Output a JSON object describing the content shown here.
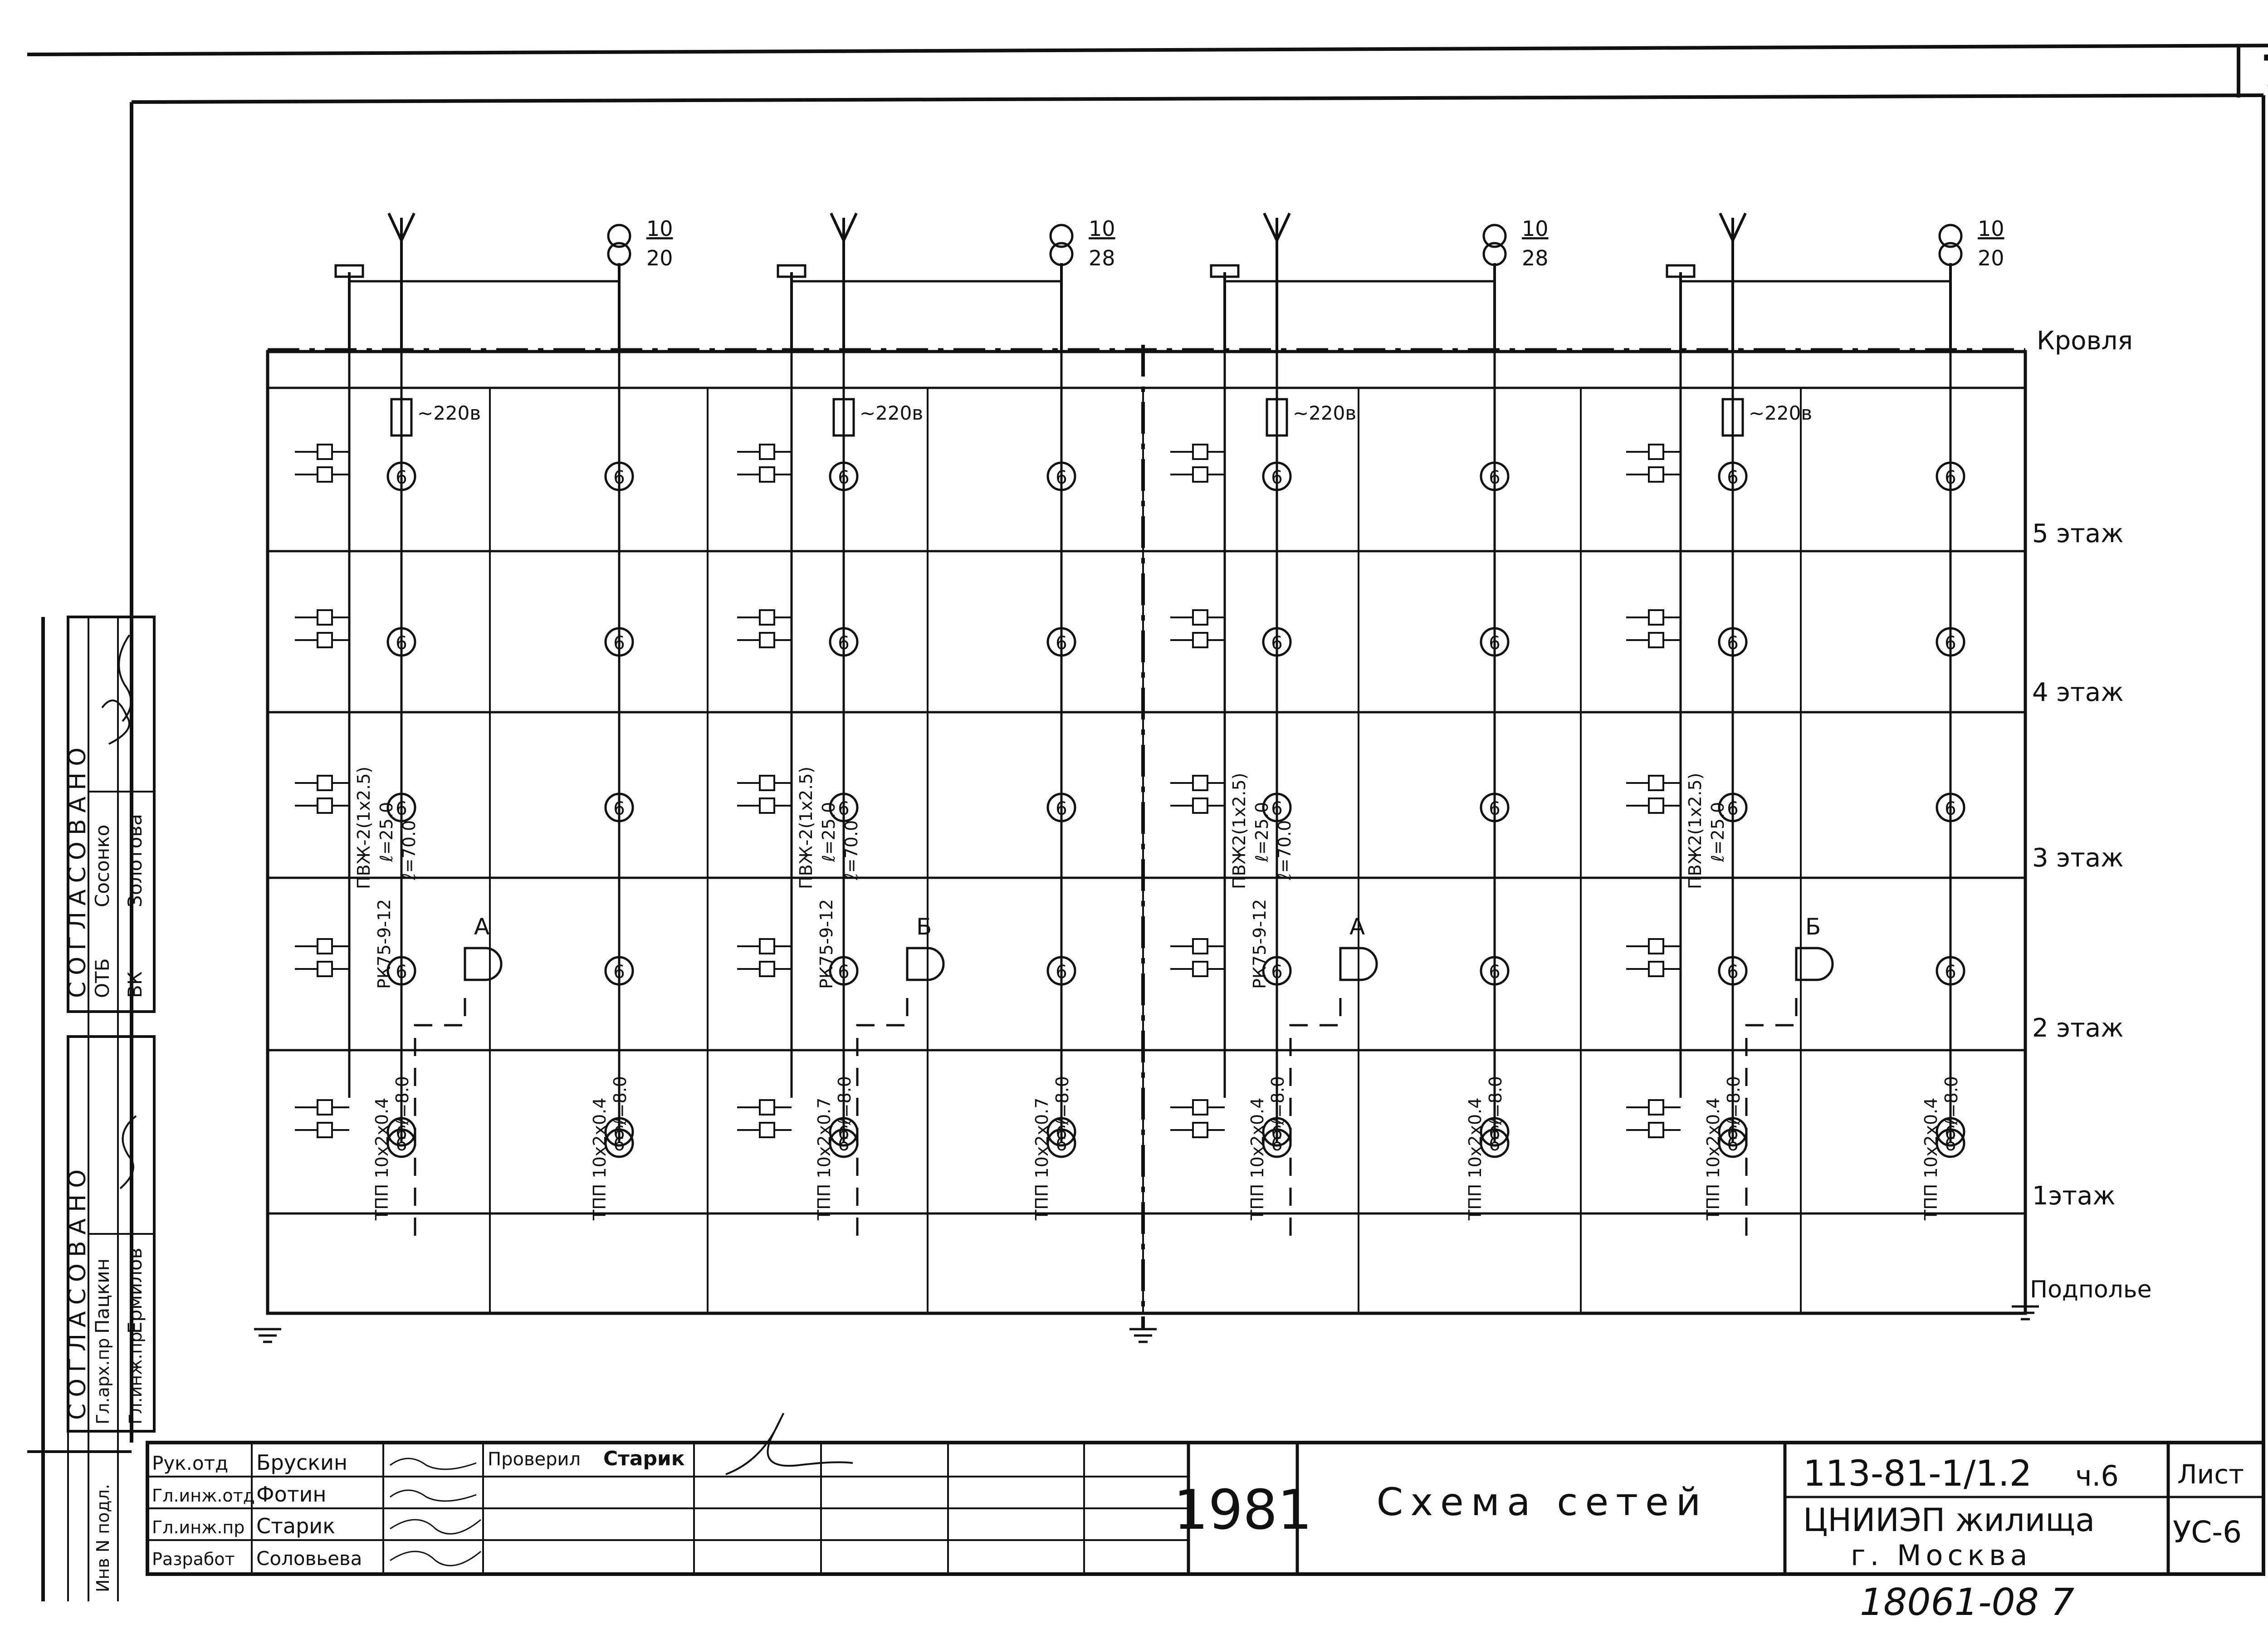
{
  "sheet_number": "7",
  "floors": [
    "Кровля",
    "5 этаж",
    "4 этаж",
    "3 этаж",
    "2 этаж",
    "1этаж",
    "Подполье"
  ],
  "power_label": "~220в",
  "outlet_mark": "6",
  "sections": [
    {
      "fraction_top": "10",
      "fraction_bottom": "20",
      "riser_cable": "ПВЖ-2(1х2.5)",
      "riser_length": "ℓ=25.0",
      "tv_cable": "РК75-9-12",
      "tv_length": "ℓ=70.0",
      "box": "А",
      "feed_cable": "ТПП 10х2х0.4",
      "feed_length": "ℓ=8.0"
    },
    {
      "fraction_top": "10",
      "fraction_bottom": "28",
      "riser_cable": "ПВЖ-2(1х2.5)",
      "riser_length": "ℓ=25.0",
      "tv_cable": "РК75-9-12",
      "tv_length": "ℓ=70.0",
      "box": "Б",
      "feed_cable": "ТПП 10х2х0.7",
      "feed_length": "ℓ=8.0"
    },
    {
      "fraction_top": "10",
      "fraction_bottom": "28",
      "riser_cable": "ПВЖ2(1х2.5)",
      "riser_length": "ℓ=25.0",
      "tv_cable": "РК75-9-12",
      "tv_length": "ℓ=70.0",
      "box": "А",
      "feed_cable": "ТПП 10х2х0.4",
      "feed_length": "ℓ=8.0"
    },
    {
      "fraction_top": "10",
      "fraction_bottom": "20",
      "riser_cable": "ПВЖ2(1х2.5)",
      "riser_length": "ℓ=25.0",
      "tv_cable": "",
      "tv_length": "",
      "box": "Б",
      "feed_cable": "ТПП 10х2х0.4",
      "feed_length": "ℓ=8.0"
    }
  ],
  "approvals_top": {
    "title": "СОГЛАСОВАНО",
    "rows": [
      {
        "dept": "ОТБ",
        "name": "Сосонко"
      },
      {
        "dept": "ВК",
        "name": "Золотова"
      }
    ]
  },
  "approvals_bottom": {
    "title": "СОГЛАСОВАНО",
    "rows": [
      {
        "dept": "Гл.арх.пр",
        "name": "Пацкин"
      },
      {
        "dept": "Гл.инж.пр",
        "name": "Ермилов"
      }
    ]
  },
  "inv_label": "Инв N подл.",
  "title_block": {
    "roles": [
      {
        "role": "Рук.отд",
        "name": "Брускин"
      },
      {
        "role": "Гл.инж.отд",
        "name": "Фотин"
      },
      {
        "role": "Гл.инж.пр",
        "name": "Старик"
      },
      {
        "role": "Разработ",
        "name": "Соловьева"
      }
    ],
    "checked_label": "Проверил",
    "checked_name": "Старик",
    "year": "1981",
    "drawing_title": "Схема сетей",
    "project_code": "113-81-1/1.2",
    "part": "ч.6",
    "organization": "ЦНИИЭП жилища",
    "city": "г. Москва",
    "sheet_label": "Лист",
    "sheet_code": "УС-6",
    "archive_number": "18061-08 7"
  }
}
